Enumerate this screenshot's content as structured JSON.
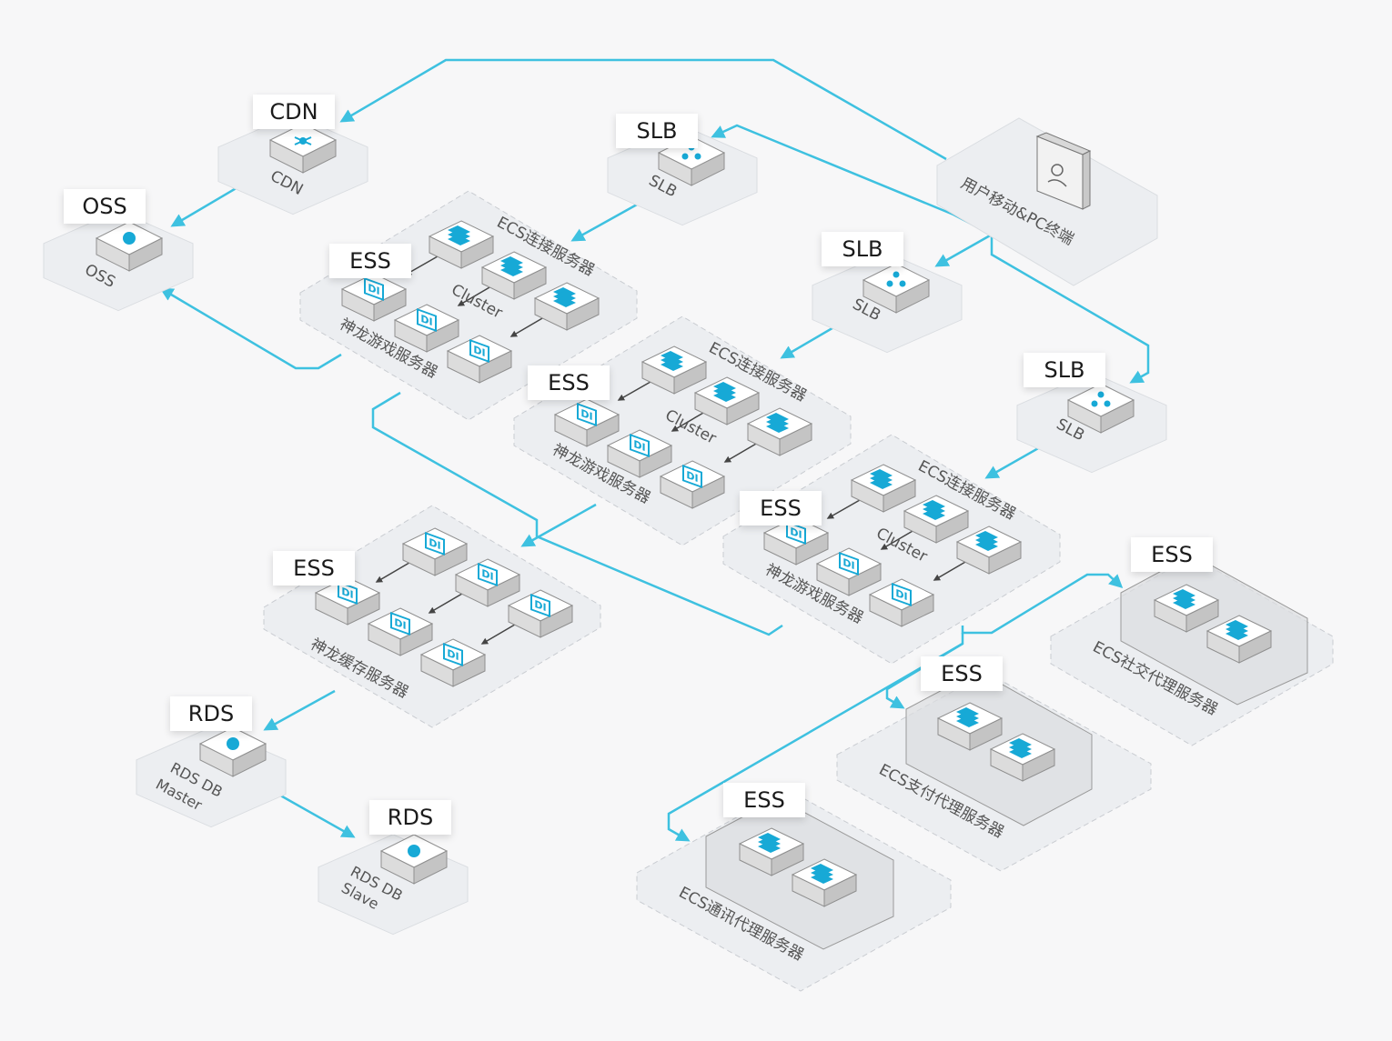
{
  "tags": {
    "cdn": "CDN",
    "oss": "OSS",
    "slb": "SLB",
    "ess": "ESS",
    "rds": "RDS"
  },
  "labels": {
    "cdn": "CDN",
    "oss": "OSS",
    "slb": "SLB",
    "user_terminal": "用户移动&PC终端",
    "ecs_connect": "ECS连接服务器",
    "cluster": "Cluster",
    "game_server": "神龙游戏服务器",
    "cache_server": "神龙缓存服务器",
    "rds_master_line1": "RDS DB",
    "rds_master_line2": "Master",
    "rds_slave_line1": "RDS DB",
    "rds_slave_line2": "Slave",
    "ecs_social": "ECS社交代理服务器",
    "ecs_payment": "ECS支付代理服务器",
    "ecs_comm": "ECS通讯代理服务器"
  },
  "colors": {
    "background": "#f7f7f8",
    "platform": "#eceef1",
    "connector": "#3ec1e0",
    "arrow_internal": "#444444",
    "icon_accent": "#17a9d6"
  }
}
